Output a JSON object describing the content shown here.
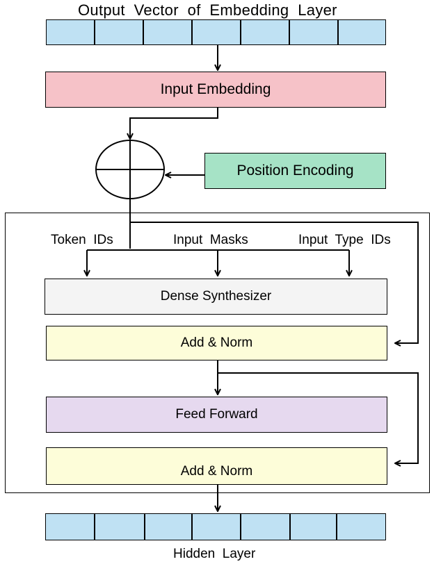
{
  "title": "Output  Vector  of  Embedding  Layer",
  "blocks": {
    "input_embedding": "Input Embedding",
    "position_encoding": "Position Encoding",
    "dense_synthesizer": "Dense Synthesizer",
    "add_norm_1": "Add & Norm",
    "feed_forward": "Feed Forward",
    "add_norm_2": "Add & Norm"
  },
  "inputs": {
    "token_ids": "Token  IDs",
    "input_masks": "Input  Masks",
    "input_type_ids": "Input  Type  IDs"
  },
  "footer": "Hidden  Layer",
  "vector_cells": 7,
  "colors": {
    "vector_cell": "#bfe1f3",
    "input_embedding": "#f6c2c8",
    "position_encoding": "#a6e3c6",
    "dense_synthesizer": "#f4f4f4",
    "add_norm": "#fdfdd9",
    "feed_forward": "#e6d9ef"
  }
}
